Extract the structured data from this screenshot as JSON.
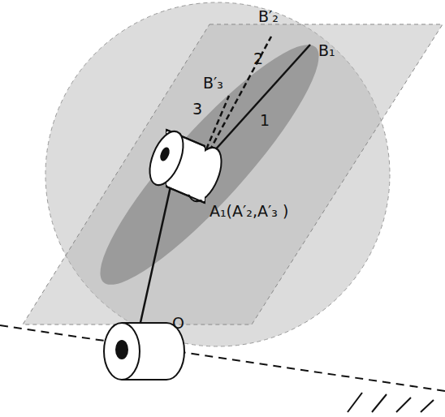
{
  "diagram": {
    "labels": [
      "B′₂",
      "2",
      "B₁",
      "B′₃",
      "3",
      "1",
      "A₁(A′₂,A′₃ )",
      "O"
    ]
  }
}
